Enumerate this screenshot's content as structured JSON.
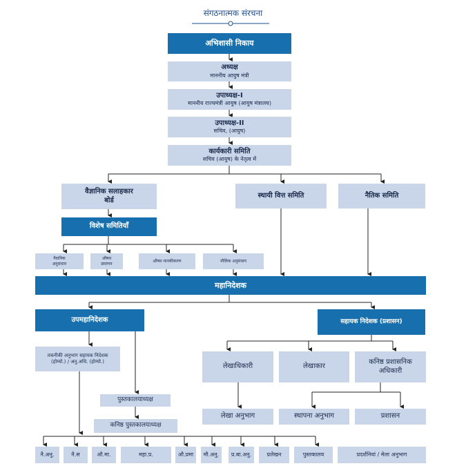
{
  "title": "संगठनात्मक संरचना",
  "nodes": {
    "governing_body": "अभिशासी निकाय",
    "chairman_title": "अध्यक्ष",
    "chairman_sub": "माननीय आयुष मंत्री",
    "vc1_title": "उपाध्यक्ष-I",
    "vc1_sub": "माननीय राज्यमंत्री आयुष (आयुष मंत्रालय)",
    "vc2_title": "उपाध्यक्ष-II",
    "vc2_sub": "सचिव, (आयुष)",
    "exec_title": "कार्यकारी समिति",
    "exec_sub": "सचिव (आयुष) के नेतृत्व में",
    "sab_line1": "वैज्ञानिक सलाहकार",
    "sab_line2": "बोर्ड",
    "standing_finance": "स्थायी वित्त समिति",
    "ethics": "नैतिक समिति",
    "special_committees": "विशेष समितियाँ",
    "clinical_1": "नैदानिक",
    "clinical_2": "अनुसंधान",
    "drug_1": "औषध",
    "drug_2": "प्रमाणन",
    "drug_std": "औषध मानकीकरण",
    "fundamental": "मौलिक अनुसंधान",
    "director_general": "महानिदेशक",
    "deputy_dg": "उपमहानिदेशक",
    "asst_dir_admin": "सहायक निदेशक (प्रशासन)",
    "tech_line1": "तकनीकी अनुभाग सहायक निदेशक",
    "tech_line2": "(होम्यो.) / अनु.अधि. (होम्यो.)",
    "accounts_officer": "लेखाधिकारी",
    "accountant": "लेखाकार",
    "jr_admin_1": "कनिष्ठ प्रशासनिक",
    "jr_admin_2": "अधिकारी",
    "librarian": "पुस्तकालयाध्यक्ष",
    "jr_librarian": "कनिष्ठ पुस्तकालयाध्यक्ष",
    "accounts_section": "लेखा अनुभाग",
    "establishment_section": "स्थापना अनुभाग",
    "administration": "प्रशासन"
  },
  "bottom_row": [
    "नै.अनु.",
    "नै.स",
    "औ.मा.",
    "महा.प्र.",
    "औ.प्रमा",
    "मौ.अनु.",
    "प्र.बा.अनु.",
    "प्रलेखन",
    "पुस्तकालय",
    "प्रदर्शनियां / मेला अनुभाग"
  ],
  "colors": {
    "dark_box": "#1770ad",
    "light_box": "#c9d6ea",
    "connector": "#222222",
    "title": "#1e4f8f"
  }
}
